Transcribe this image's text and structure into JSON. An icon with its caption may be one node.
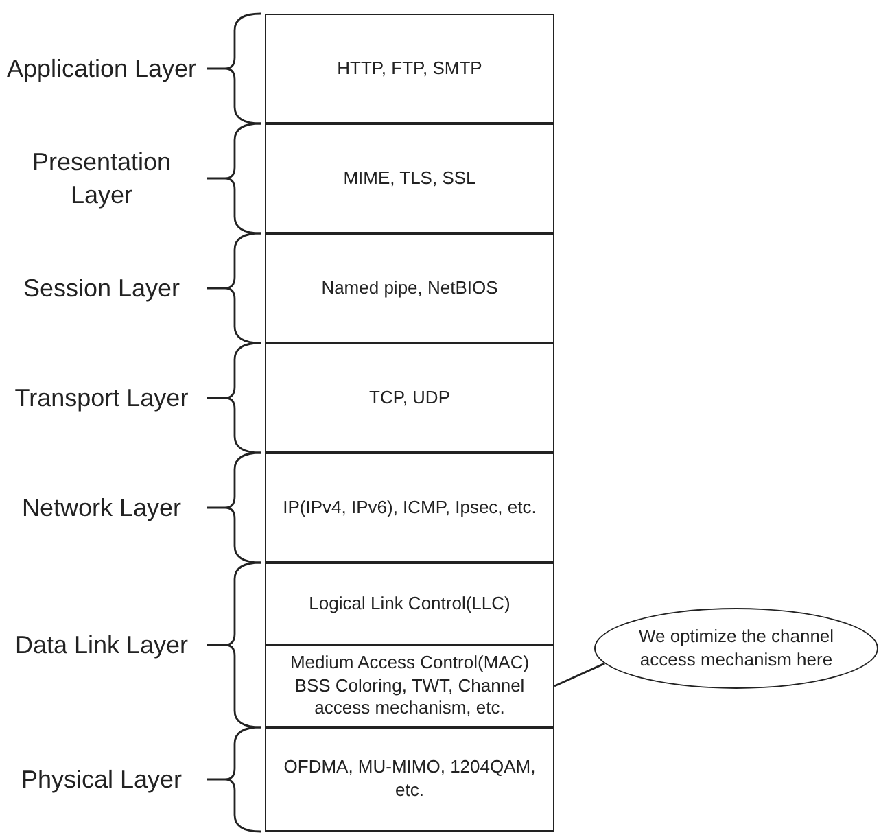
{
  "diagram": {
    "nodes": [
      {
        "text": [
          "HTTP, FTP, SMTP"
        ]
      },
      {
        "text": [
          "MIME, TLS, SSL"
        ]
      },
      {
        "text": [
          "Named pipe, NetBIOS"
        ]
      },
      {
        "text": [
          "TCP, UDP"
        ]
      },
      {
        "text": [
          "IP(IPv4, IPv6), ICMP, Ipsec, etc."
        ]
      },
      {
        "text": [
          "Logical Link Control(LLC)"
        ]
      },
      {
        "text": [
          "Medium Access Control(MAC) BSS Coloring, TWT, Channel access mechanism, etc."
        ]
      },
      {
        "text": [
          "OFDMA, MU-MIMO, 1204QAM, etc."
        ]
      },
      {
        "text": [
          "We optimize the channel access mechanism here"
        ]
      }
    ],
    "edges": [
      {
        "from": 6,
        "to": 8,
        "arrow": "none"
      }
    ],
    "labels": [
      "Application Layer",
      "Presentation Layer",
      "Session Layer",
      "Transport Layer",
      "Network Layer",
      "Data Link Layer",
      "Physical Layer"
    ]
  }
}
